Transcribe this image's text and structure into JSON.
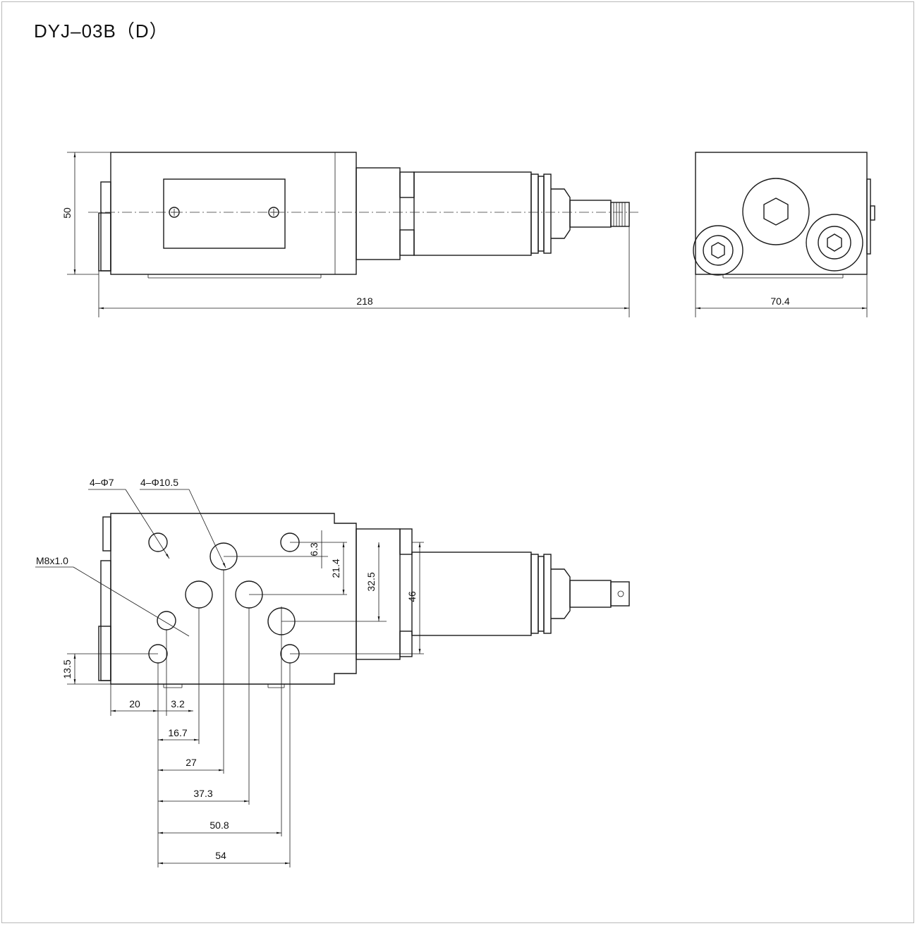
{
  "title": "DYJ–03B（D）",
  "side_view": {
    "dims": {
      "height": "50",
      "length": "218"
    }
  },
  "end_view": {
    "dims": {
      "width": "70.4"
    }
  },
  "bottom_view": {
    "labels": {
      "holes_small": "4–Φ7",
      "holes_large": "4–Φ10.5",
      "thread": "M8x1.0"
    },
    "vertical_dims": [
      "6.3",
      "21.4",
      "32.5",
      "46",
      "13.5"
    ],
    "horizontal_dims": [
      "20",
      "3.2",
      "16.7",
      "27",
      "37.3",
      "50.8",
      "54"
    ]
  }
}
